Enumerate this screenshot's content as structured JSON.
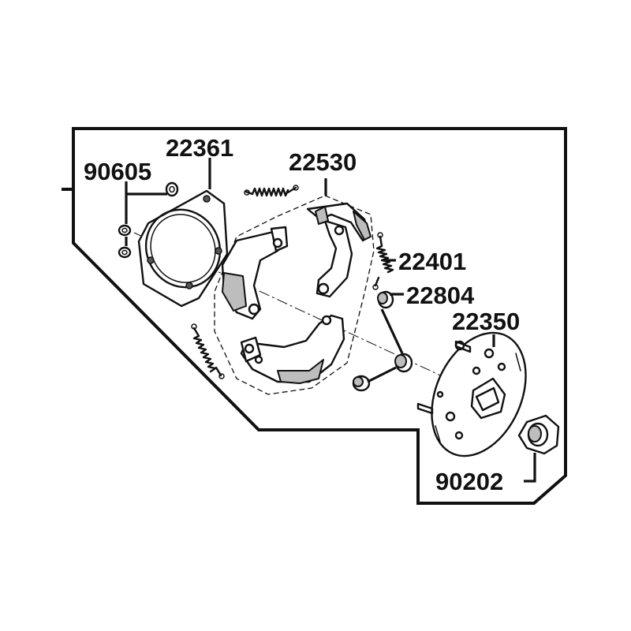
{
  "colors": {
    "ink": "#111111",
    "paper": "#ffffff",
    "shade": "#bdbdbd"
  },
  "parts": [
    {
      "id": "90605",
      "label": "90605"
    },
    {
      "id": "22361",
      "label": "22361"
    },
    {
      "id": "22530",
      "label": "22530"
    },
    {
      "id": "22401",
      "label": "22401"
    },
    {
      "id": "22804",
      "label": "22804"
    },
    {
      "id": "22350",
      "label": "22350"
    },
    {
      "id": "90202",
      "label": "90202"
    }
  ]
}
